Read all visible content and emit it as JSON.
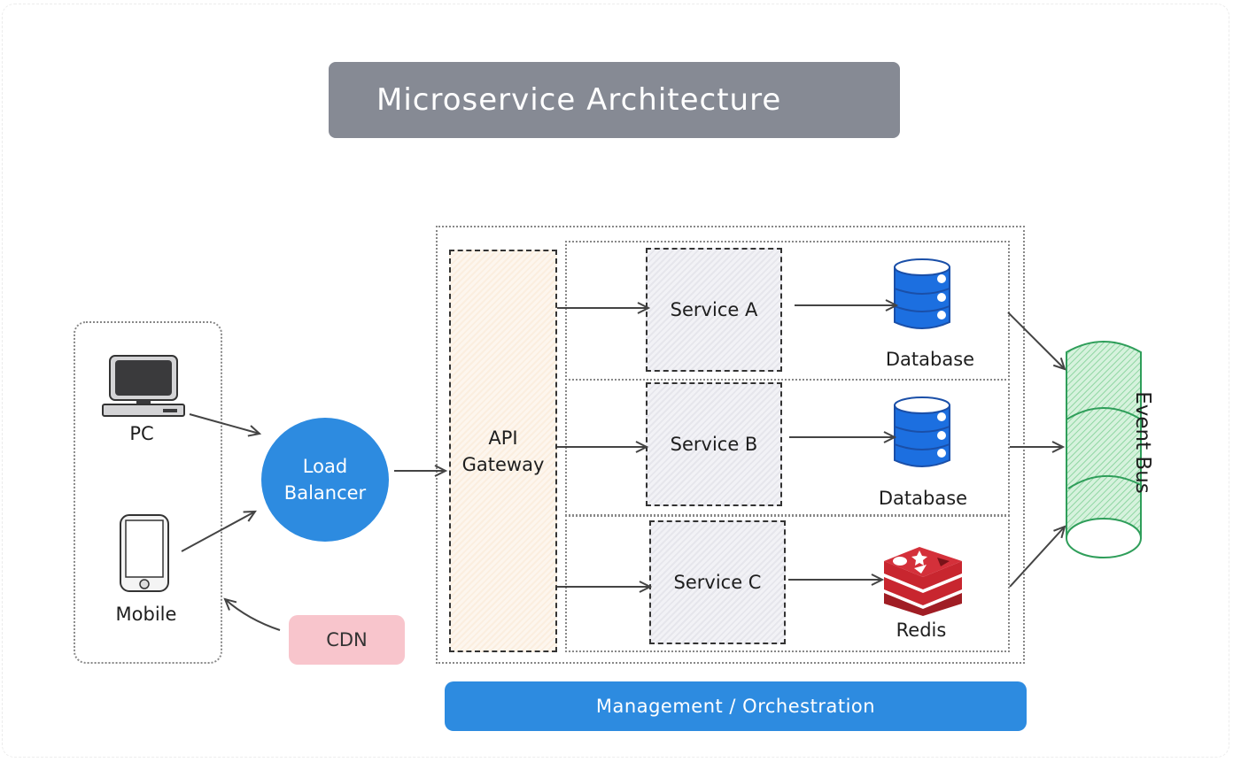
{
  "title": "Microservice Architecture",
  "clients": {
    "pc_label": "PC",
    "mobile_label": "Mobile"
  },
  "load_balancer": {
    "line1": "Load",
    "line2": "Balancer"
  },
  "cdn": {
    "label": "CDN",
    "color": "#f8c5cc"
  },
  "api_gateway": {
    "line1": "API",
    "line2": "Gateway"
  },
  "services": [
    {
      "label": "Service A",
      "store_label": "Database",
      "store_type": "database"
    },
    {
      "label": "Service B",
      "store_label": "Database",
      "store_type": "database"
    },
    {
      "label": "Service C",
      "store_label": "Redis",
      "store_type": "redis"
    }
  ],
  "event_bus": {
    "label": "Event Bus",
    "color": "#2f9e5a"
  },
  "management": {
    "label": "Management / Orchestration"
  },
  "colors": {
    "title_bg": "#868a94",
    "accent_blue": "#2d8be0",
    "database_blue": "#1c6fe0",
    "redis_red": "#c8262f"
  }
}
